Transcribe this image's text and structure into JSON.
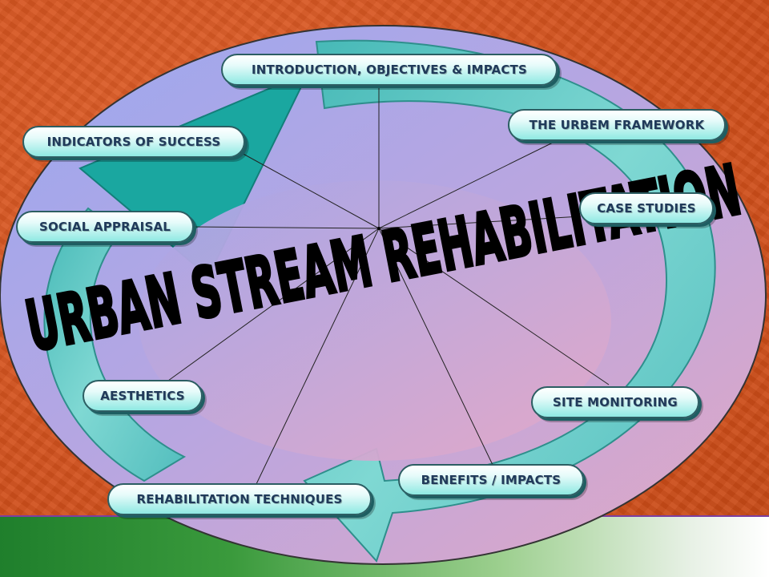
{
  "title": "URBAN STREAM REHABILITATION",
  "nodes": {
    "introduction": "INTRODUCTION, OBJECTIVES & IMPACTS",
    "framework": "THE URBEM FRAMEWORK",
    "case_studies": "CASE STUDIES",
    "site_monitoring": "SITE MONITORING",
    "benefits": "BENEFITS / IMPACTS",
    "techniques": "REHABILITATION TECHNIQUES",
    "aesthetics": "AESTHETICS",
    "social": "SOCIAL  APPRAISAL",
    "indicators": "INDICATORS OF SUCCESS"
  },
  "colors": {
    "background": "#d8551f",
    "ring": "#6fd1cf",
    "ellipse_outer": "#a9a3e6",
    "ellipse_inner": "#d9a5c9",
    "node_text": "#203a5a",
    "title": "#000000",
    "footer_green": "#1f7f2c"
  }
}
